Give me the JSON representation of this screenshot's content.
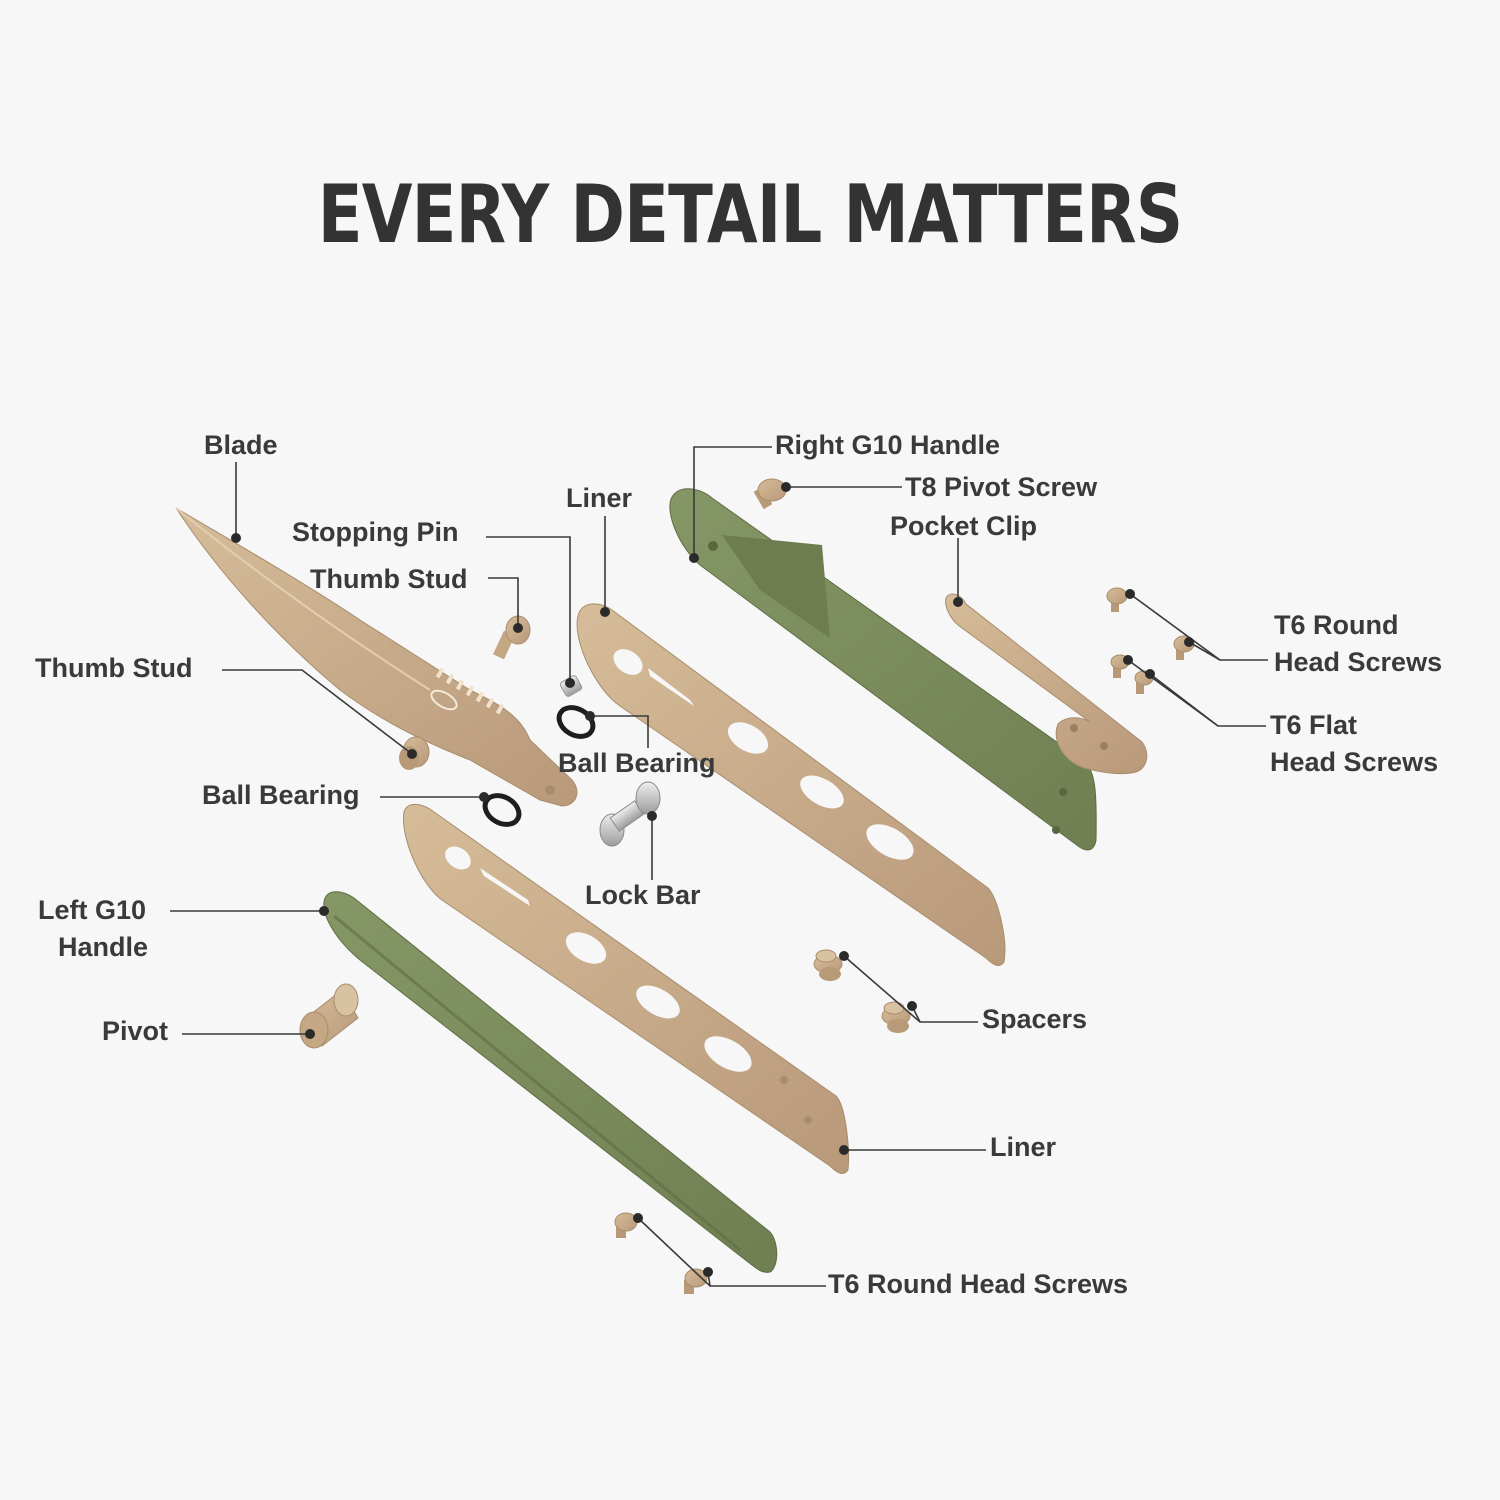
{
  "title": "EVERY DETAIL MATTERS",
  "parts": {
    "blade": "Blade",
    "stopping_pin": "Stopping Pin",
    "thumb_stud_upper": "Thumb Stud",
    "thumb_stud_left": "Thumb Stud",
    "liner_upper": "Liner",
    "liner_lower": "Liner",
    "right_g10_handle": "Right G10 Handle",
    "t8_pivot_screw": "T8 Pivot Screw",
    "pocket_clip": "Pocket Clip",
    "t6_round_head_screws_top_1": "T6 Round",
    "t6_round_head_screws_top_2": "Head Screws",
    "t6_flat_head_screws_1": "T6 Flat",
    "t6_flat_head_screws_2": "Head Screws",
    "ball_bearing_right": "Ball Bearing",
    "ball_bearing_left": "Ball Bearing",
    "lock_bar": "Lock Bar",
    "left_g10_handle_1": "Left G10",
    "left_g10_handle_2": "Handle",
    "pivot": "Pivot",
    "spacers": "Spacers",
    "t6_round_head_screws_bottom": "T6 Round Head Screws"
  },
  "colors": {
    "background": "#f7f7f7",
    "title": "#333333",
    "label": "#3a3a3a",
    "tan": "#c9ae8c",
    "tan_dark": "#a88d6c",
    "olive": "#7f8f5f",
    "olive_dark": "#66744a",
    "steel": "#c8c8c8",
    "ring": "#1e1e1e"
  }
}
